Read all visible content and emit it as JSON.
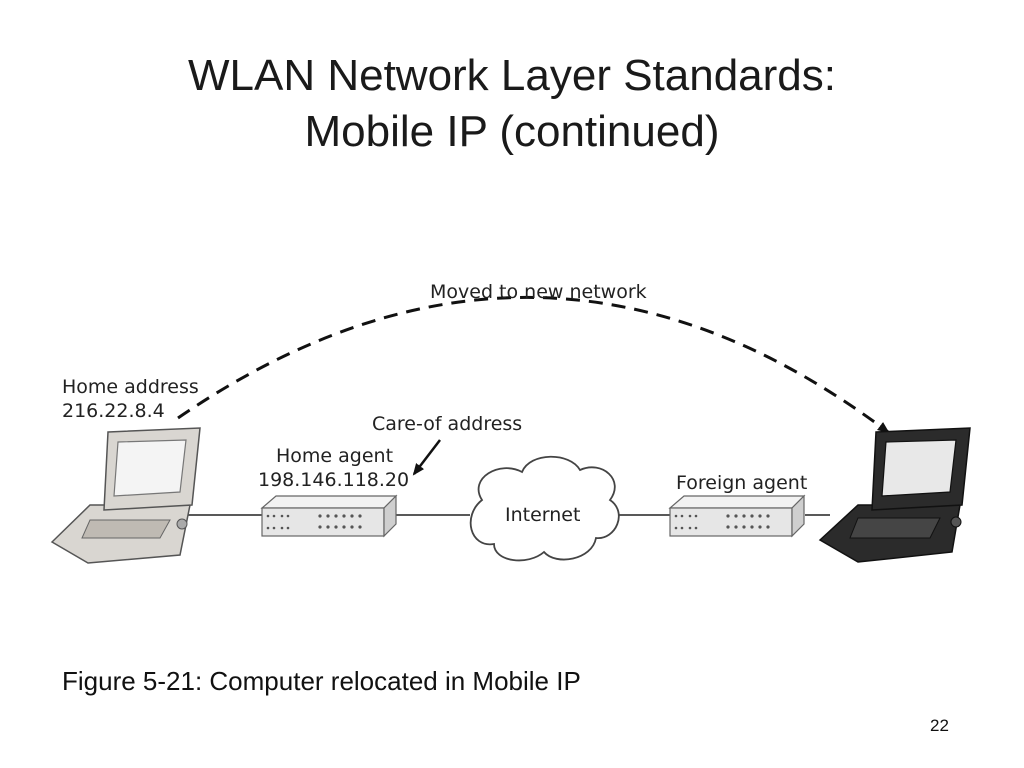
{
  "slide": {
    "title_line1": "WLAN Network Layer Standards:",
    "title_line2": "Mobile IP (continued)",
    "caption": "Figure 5-21: Computer relocated in Mobile IP",
    "page_number": "22"
  },
  "diagram": {
    "moved_label": "Moved to new network",
    "home_address_label": "Home address",
    "home_address_value": "216.22.8.4",
    "care_of_label": "Care-of address",
    "home_agent_label": "Home agent",
    "home_agent_value": "198.146.118.20",
    "foreign_agent_label": "Foreign agent",
    "internet_label": "Internet"
  },
  "colors": {
    "home_laptop": "#d9d6d1",
    "foreign_laptop": "#2b2b2b",
    "router": "#e6e6e6"
  }
}
